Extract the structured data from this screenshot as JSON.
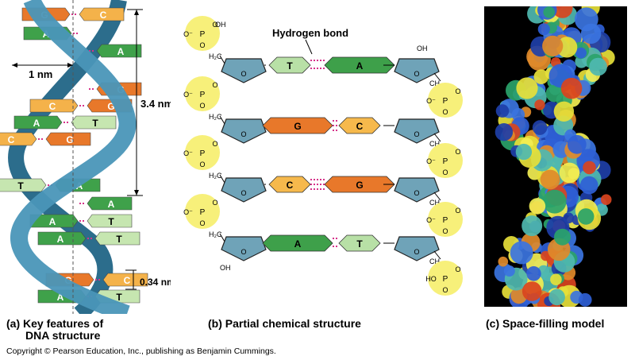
{
  "panel_a": {
    "caption_line1": "(a) Key features of",
    "caption_line2": "DNA structure",
    "width_label": "1 nm",
    "turn_label": "3.4 nm",
    "rise_label": "0.34 nm",
    "pairs": [
      {
        "left": "G",
        "right": "C"
      },
      {
        "left": "A",
        "right": ""
      },
      {
        "left": "",
        "right": "A"
      },
      {
        "left": "",
        "right": "G"
      },
      {
        "left": "C",
        "right": "G"
      },
      {
        "left": "A",
        "right": "T"
      },
      {
        "left": "C",
        "right": "G"
      },
      {
        "left": "T",
        "right": "A"
      },
      {
        "left": "",
        "right": "A"
      },
      {
        "left": "A",
        "right": "T"
      },
      {
        "left": "A",
        "right": "T"
      },
      {
        "left": "G",
        "right": "C"
      },
      {
        "left": "A",
        "right": "T"
      }
    ],
    "colors": {
      "G": "#e8782a",
      "C": "#f4b24a",
      "A": "#3fa14a",
      "T": "#c6e6b0",
      "strand": "#3f86a8"
    }
  },
  "panel_b": {
    "caption": "(b) Partial chemical structure",
    "hbond_label": "Hydrogen bond",
    "rows": [
      {
        "left": "T",
        "right": "A"
      },
      {
        "left": "G",
        "right": "C"
      },
      {
        "left": "C",
        "right": "G"
      },
      {
        "left": "A",
        "right": "T"
      }
    ],
    "labels": {
      "p": "P",
      "o": "O",
      "oh": "OH",
      "ho": "HO",
      "h2c": "H₂C",
      "ch2": "CH₂",
      "ominus": "O⁻"
    }
  },
  "panel_c": {
    "caption": "(c) Space-filling model"
  },
  "copyright": "Copyright © Pearson Education, Inc., publishing as Benjamin Cummings."
}
